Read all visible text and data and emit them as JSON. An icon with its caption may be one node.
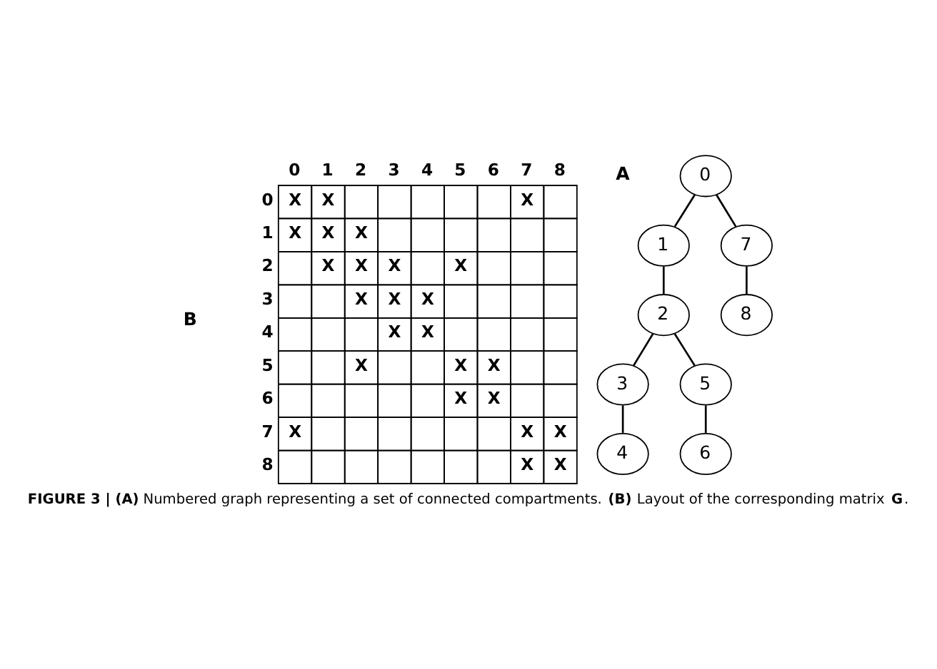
{
  "diagram": {
    "caption": "**FIGURE 3 | (A)** Numbered graph representing a set of connected compartments. **(B)** Layout of the corresponding matrix **G**.",
    "nodes": [
      {
        "text": [
          "0"
        ]
      },
      {
        "text": [
          "1"
        ]
      },
      {
        "text": [
          "2"
        ]
      },
      {
        "text": [
          "3"
        ]
      },
      {
        "text": [
          "4"
        ]
      },
      {
        "text": [
          "5"
        ]
      },
      {
        "text": [
          "6"
        ]
      },
      {
        "text": [
          "7"
        ]
      },
      {
        "text": [
          "8"
        ]
      }
    ],
    "edges": [
      {
        "from": 0,
        "to": 1,
        "arrow": "none"
      },
      {
        "from": 0,
        "to": 7,
        "arrow": "none"
      },
      {
        "from": 1,
        "to": 2,
        "arrow": "none"
      },
      {
        "from": 7,
        "to": 8,
        "arrow": "none"
      },
      {
        "from": 2,
        "to": 3,
        "arrow": "none"
      },
      {
        "from": 2,
        "to": 5,
        "arrow": "none"
      },
      {
        "from": 3,
        "to": 4,
        "arrow": "none"
      },
      {
        "from": 5,
        "to": 6,
        "arrow": "none"
      }
    ],
    "labels": [
      "A",
      "B",
      "0",
      "1",
      "2",
      "3",
      "4",
      "5",
      "6",
      "7",
      "8",
      "0",
      "X",
      "X",
      "X",
      "1",
      "X",
      "X",
      "X",
      "2",
      "X",
      "X",
      "X",
      "X",
      "3",
      "X",
      "X",
      "X",
      "4",
      "X",
      "X",
      "5",
      "X",
      "X",
      "X",
      "6",
      "X",
      "X",
      "7",
      "X",
      "X",
      "X",
      "8",
      "X",
      "X"
    ]
  }
}
